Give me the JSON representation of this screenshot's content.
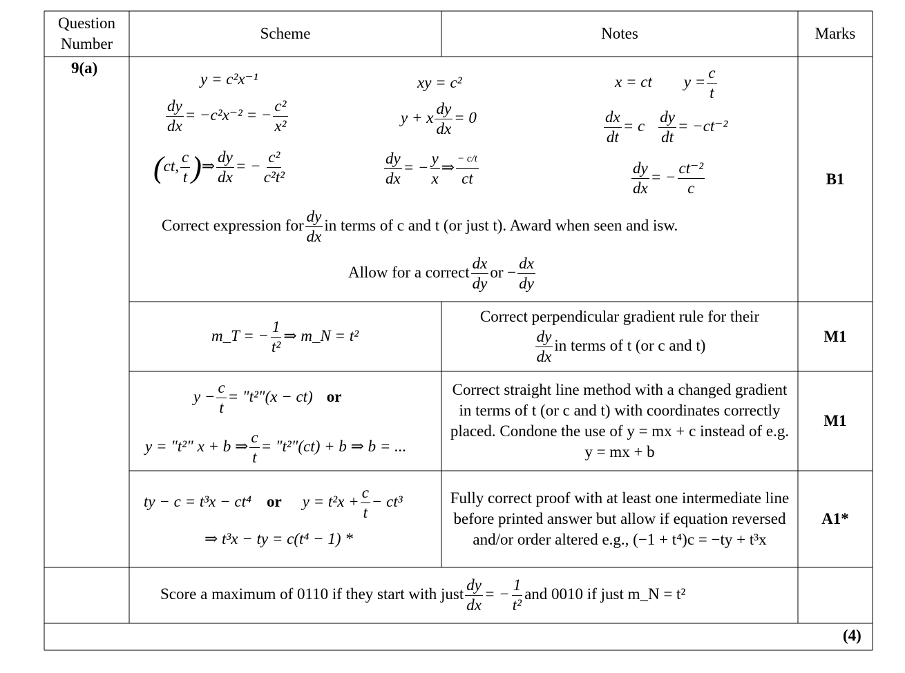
{
  "header": {
    "question_number": "Question\nNumber",
    "scheme": "Scheme",
    "notes": "Notes",
    "marks": "Marks"
  },
  "question_label": "9(a)",
  "part1": {
    "method1": {
      "l1": "y = c²x⁻¹",
      "l2_num": "dy",
      "l2_den": "dx",
      "l2_mid": "= −c²x⁻² = −",
      "l2_num2": "c²",
      "l2_den2": "x²",
      "l3_pt_num": "c",
      "l3_pt_den": "t",
      "l3_ct": "ct,",
      "l3_imp": "⇒",
      "l3_num": "dy",
      "l3_den": "dx",
      "l3_mid": "= −",
      "l3_num2": "c²",
      "l3_den2": "c²t²"
    },
    "method2": {
      "l1": "xy = c²",
      "l2_pre": "y + x",
      "l2_num": "dy",
      "l2_den": "dx",
      "l2_post": "= 0",
      "l3_num": "dy",
      "l3_den": "dx",
      "l3_mid": "= −",
      "l3_num2": "y",
      "l3_den2": "x",
      "l3_imp": "⇒",
      "l3_num3": "− c/t",
      "l3_den3": "ct"
    },
    "method3": {
      "l1a": "x = ct",
      "l1b": "y =",
      "l1_num": "c",
      "l1_den": "t",
      "l2_num": "dx",
      "l2_den": "dt",
      "l2_mid": "= c",
      "l2_num2": "dy",
      "l2_den2": "dt",
      "l2_post": "= −ct⁻²",
      "l3_num": "dy",
      "l3_den": "dx",
      "l3_mid": "= −",
      "l3_num2": "ct⁻²",
      "l3_den2": "c"
    },
    "note1_pre": "Correct expression for",
    "note1_num": "dy",
    "note1_den": "dx",
    "note1_post": "in terms of c and t (or just t). Award when seen and isw.",
    "note2_pre": "Allow for a correct",
    "note2_num": "dx",
    "note2_den": "dy",
    "note2_or": "or −",
    "note2_num2": "dx",
    "note2_den2": "dy",
    "mark": "B1"
  },
  "part2": {
    "scheme_pre": "m_T = −",
    "scheme_num": "1",
    "scheme_den": "t²",
    "scheme_post": "⇒ m_N = t²",
    "note_l1": "Correct perpendicular gradient rule for their",
    "note_num": "dy",
    "note_den": "dx",
    "note_post": "in terms of t (or c and t)",
    "mark": "M1"
  },
  "part3": {
    "l1_pre": "y −",
    "l1_num": "c",
    "l1_den": "t",
    "l1_post": "= \"t²\"(x − ct)",
    "l1_or": "or",
    "l2_pre": "y = \"t²\" x + b ⇒",
    "l2_num": "c",
    "l2_den": "t",
    "l2_post": "= \"t²\"(ct) + b ⇒ b = ...",
    "note": "Correct straight line method with a changed gradient in terms of t (or c and t) with coordinates correctly placed. Condone the use of  y = mx + c  instead of e.g.  y = mx + b",
    "mark": "M1"
  },
  "part4": {
    "l1a": "ty − c = t³x − ct⁴",
    "l1_or": "or",
    "l1b_pre": "y = t²x +",
    "l1b_num": "c",
    "l1b_den": "t",
    "l1b_post": "− ct³",
    "l2": "⇒ t³x − ty = c(t⁴ − 1) *",
    "note": "Fully correct proof with at least one intermediate line before printed answer but allow if equation reversed and/or order altered e.g., (−1 + t⁴)c = −ty + t³x",
    "mark": "A1*"
  },
  "footer": {
    "pre": "Score a maximum of 0110 if they start with just",
    "num": "dy",
    "den": "dx",
    "mid": "= −",
    "num2": "1",
    "den2": "t²",
    "post": "and 0010 if just  m_N = t²"
  },
  "total": "(4)"
}
